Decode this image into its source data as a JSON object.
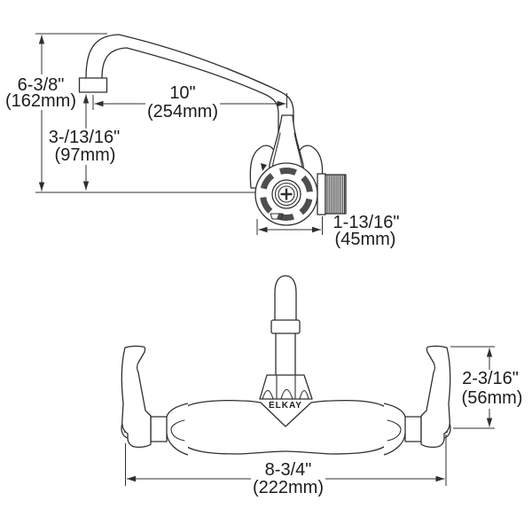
{
  "brand": {
    "label": "ELKAY"
  },
  "dimensions": {
    "spout_height": {
      "inches": "6-3/8\"",
      "mm": "(162mm)"
    },
    "spout_outlet_height": {
      "inches": "3-/13/16\"",
      "mm": "(97mm)"
    },
    "spout_reach": {
      "inches": "10\"",
      "mm": "(254mm)"
    },
    "body_depth": {
      "inches": "1-13/16\"",
      "mm": "(45mm)"
    },
    "handle_height": {
      "inches": "2-3/16\"",
      "mm": "(56mm)"
    },
    "overall_width": {
      "inches": "8-3/4\"",
      "mm": "(222mm)"
    }
  },
  "colors": {
    "line": "#2f2f2f",
    "text": "#1c1c1c",
    "background": "#ffffff"
  }
}
